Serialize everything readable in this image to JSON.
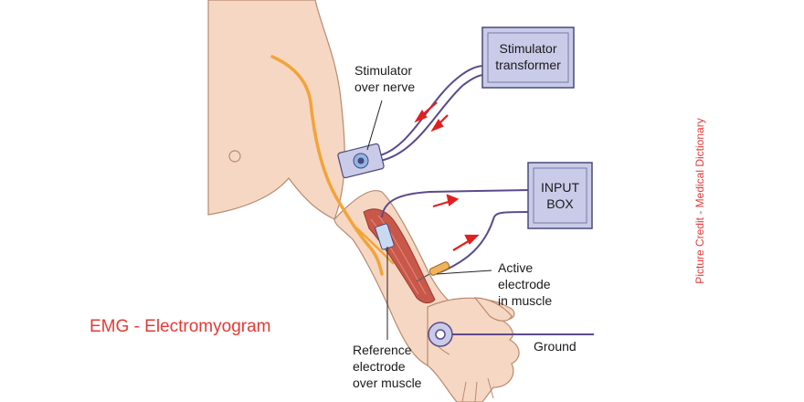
{
  "colors": {
    "skin": "#f6d7c3",
    "skin_outline": "#b88a70",
    "nerve": "#f2a43a",
    "muscle": "#c8584a",
    "wire": "#5b4a8c",
    "box_fill": "#c9cbe8",
    "box_stroke": "#4a4a7a",
    "arrow": "#e02020",
    "accent_text": "#e53935"
  },
  "labels": {
    "stimulator_over_nerve": [
      "Stimulator",
      "over nerve"
    ],
    "active_electrode": [
      "Active",
      "electrode",
      "in muscle"
    ],
    "reference_electrode": [
      "Reference",
      "electrode",
      "over muscle"
    ],
    "ground": "Ground"
  },
  "boxes": {
    "stimulator_transformer": [
      "Stimulator",
      "transformer"
    ],
    "input_box": [
      "INPUT",
      "BOX"
    ]
  },
  "title": "EMG - Electromyogram",
  "credit": "Picture Credit - Medical Dictionary"
}
